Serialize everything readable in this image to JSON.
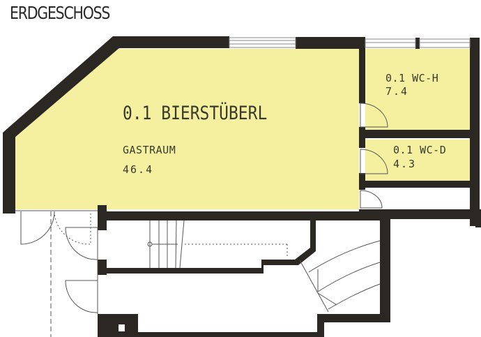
{
  "floor": {
    "title": "ERDGESCHOSS"
  },
  "colors": {
    "room_fill": "#f5f0a0",
    "wall": "#2b2824",
    "line": "#555555",
    "text": "#3a3a2a",
    "background": "#ffffff"
  },
  "rooms": [
    {
      "id": "bierstuberl",
      "number": "0.1",
      "name": "BIERSTÜBERL",
      "title": "0.1 BIERSTÜBERL",
      "use": "GASTRAUM",
      "area": "46.4"
    },
    {
      "id": "wc-h",
      "number": "0.1",
      "name": "WC-H",
      "title": "0.1 WC-H",
      "area": "7.4"
    },
    {
      "id": "wc-d",
      "number": "0.1",
      "name": "WC-D",
      "title": "0.1 WC-D",
      "area": "4.3"
    }
  ]
}
